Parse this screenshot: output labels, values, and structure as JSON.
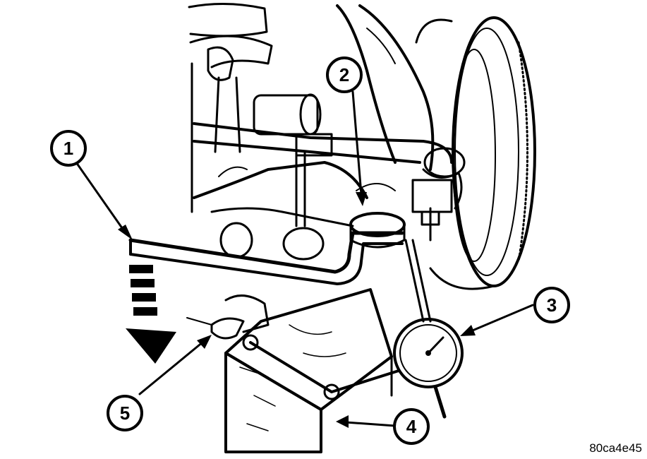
{
  "callouts": [
    {
      "id": "1",
      "label": "1"
    },
    {
      "id": "2",
      "label": "2"
    },
    {
      "id": "3",
      "label": "3"
    },
    {
      "id": "4",
      "label": "4"
    },
    {
      "id": "5",
      "label": "5"
    }
  ],
  "figure_code": "80ca4e45",
  "colors": {
    "ink": "#000000",
    "paper": "#ffffff"
  }
}
